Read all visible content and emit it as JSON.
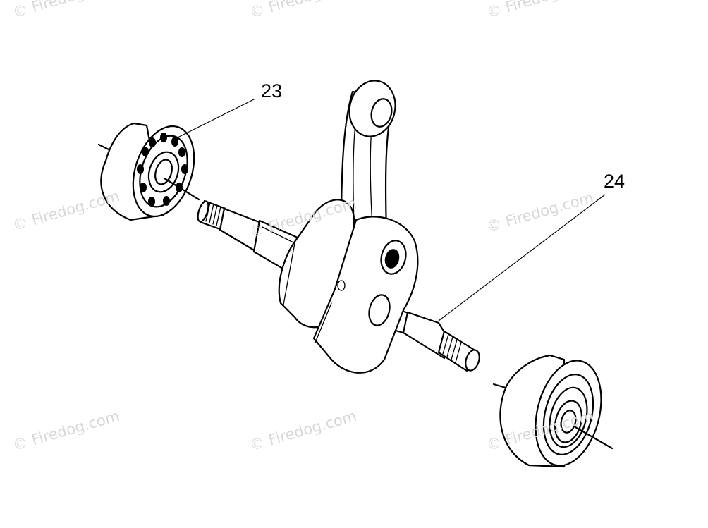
{
  "parts": [
    {
      "number": "23"
    },
    {
      "number": "24"
    }
  ],
  "watermark": "© Firedog.com"
}
